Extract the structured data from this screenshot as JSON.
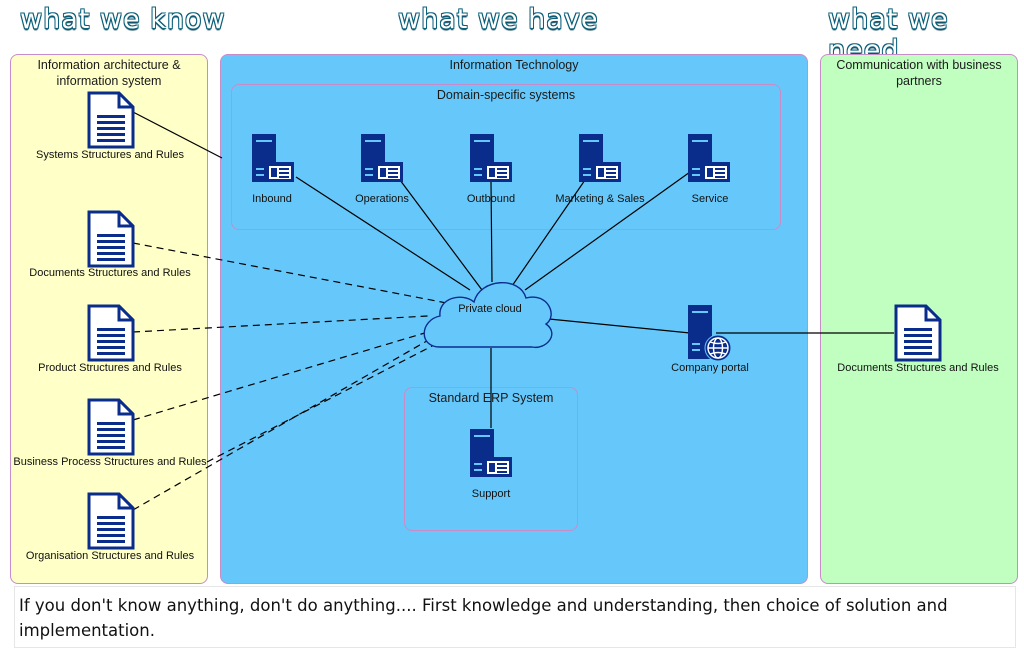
{
  "headings": {
    "left": "what we know",
    "center": "what we have",
    "right": "what we need"
  },
  "panels": {
    "info_arch": "Information architecture & information system",
    "it": "Information Technology",
    "domain": "Domain-specific systems",
    "erp": "Standard ERP System",
    "comm": "Communication with business partners"
  },
  "documents_left": [
    "Systems Structures and Rules",
    "Documents Structures and Rules",
    "Product Structures and Rules",
    "Business Process Structures and Rules",
    "Organisation Structures and Rules"
  ],
  "domain_servers": [
    "Inbound",
    "Operations",
    "Outbound",
    "Marketing & Sales",
    "Service"
  ],
  "cloud": "Private cloud",
  "erp_server": "Support",
  "portal": "Company portal",
  "documents_right": [
    "Documents Structures and Rules"
  ],
  "footer": "If you don't know anything, don't do anything.... First knowledge and understanding, then choice of solution and implementation.",
  "colors": {
    "left_panel": "#ffffc8",
    "it_panel": "#66c8fa",
    "right_panel": "#c0ffc0",
    "icon": "#0a2d8c"
  }
}
